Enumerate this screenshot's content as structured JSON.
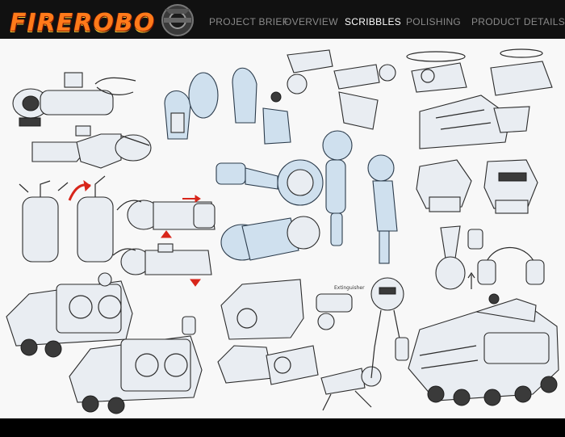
{
  "brand": {
    "logo_text": "FIREROBO",
    "accent_color": "#ff7a1a",
    "shadow_color": "#7a1200"
  },
  "nav": {
    "items": [
      {
        "label": "PROJECT BRIEF",
        "active": false
      },
      {
        "label": "OVERVIEW",
        "active": false
      },
      {
        "label": "SCRIBBLES",
        "active": true
      },
      {
        "label": "POLISHING",
        "active": false
      },
      {
        "label": "PRODUCT DETAILS",
        "active": false
      }
    ]
  },
  "sketch_sheet": {
    "annotations": [
      "Extinguisher"
    ]
  },
  "colors": {
    "nav_inactive": "#8a8a8a",
    "nav_active": "#ffffff",
    "canvas_bg": "#f8f8f8",
    "arrow_red": "#d8261b",
    "sketch_blue": "#cfe0ee"
  }
}
